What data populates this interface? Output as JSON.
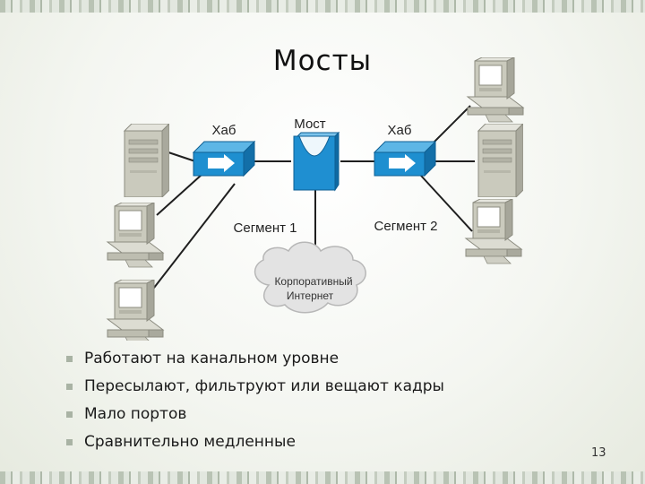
{
  "title": "Мосты",
  "diagram": {
    "hub_left_label": "Хаб",
    "bridge_label": "Мост",
    "hub_right_label": "Хаб",
    "segment1_label": "Сегмент 1",
    "segment2_label": "Сегмент 2",
    "cloud_line1": "Корпоративный",
    "cloud_line2": "Интернет"
  },
  "bullets": [
    "Работают на канальном уровне",
    "Пересылают, фильтруют или вещают кадры",
    "Мало портов",
    "Сравнительно медленные"
  ],
  "page_number": "13",
  "colors": {
    "hub": "#1e8fd0",
    "bridge": "#1f8fd1",
    "device": "#c9c9bd",
    "cloud": "#e4e4e4"
  }
}
